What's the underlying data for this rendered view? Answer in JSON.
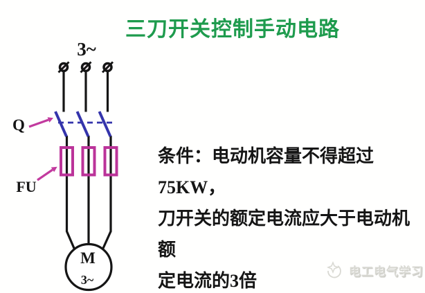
{
  "title": "三刀开关控制手动电路",
  "diagram": {
    "supply_label": "3~",
    "switch_label": "Q",
    "fuse_label": "FU",
    "motor_label": "M",
    "motor_phase_label": "3~"
  },
  "condition": {
    "line1": "条件：电动机容量不得超过75KW，",
    "line2": "刀开关的额定电流应大于电动机额",
    "line3": "定电流的3倍"
  },
  "watermark": {
    "text": "电工电气学习",
    "logo_icon": "spark-logo"
  },
  "colors": {
    "title_green": "#1e9b4d",
    "switch_blue": "#3434ab",
    "fuse_magenta": "#bb3399",
    "arrow_magenta": "#c23a9e",
    "wire_black": "#151515",
    "watermark_gray": "#d9d9d3"
  }
}
